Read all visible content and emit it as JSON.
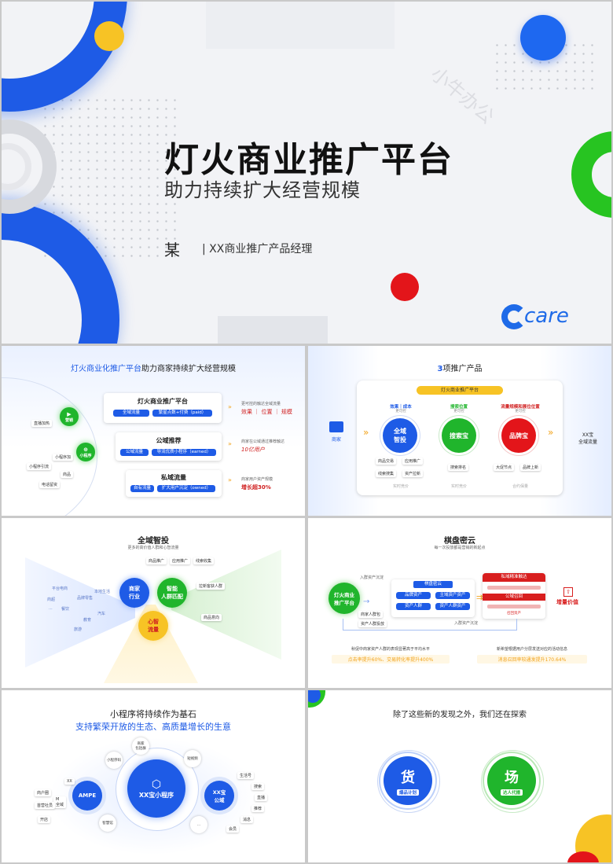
{
  "s0": {
    "title": "灯火商业推广平台",
    "subtitle": "助力持续扩大经营规模",
    "presenter": "某",
    "role": "| XX商业推广产品经理",
    "logo_text": "care",
    "watermark": "小牛办公"
  },
  "s1": {
    "title_blue": "灯火商业化推广平台",
    "title_rest": "助力商家持续扩大经营规模",
    "box1": {
      "title": "灯火商业推广平台",
      "tags": [
        "全域流量",
        "繁星点数+付费（paid）"
      ]
    },
    "box2": {
      "title": "公域推荐",
      "tags": [
        "公域流量",
        "导流优质小程序（earned）"
      ]
    },
    "box3": {
      "title": "私域流量",
      "tags": [
        "自有流量",
        "扩大用户沉淀（owned）"
      ]
    },
    "note1": {
      "sub": "更可控的触达全域流量",
      "main": "效果 ｜ 位置 ｜ 规模"
    },
    "note2": {
      "sub": "商家在公域通过推荐触达",
      "main": "10亿用户"
    },
    "note3": {
      "sub": "商家用户资产规模",
      "main": "增长超30%"
    },
    "left_tags": [
      "直播加热",
      "小程序加",
      "小程序引流",
      "商品",
      "电话留资"
    ],
    "node1": "营销",
    "node2": "小程序"
  },
  "s2": {
    "title_num": "3",
    "title_rest": "项推广产品",
    "platform": "灯火商业推广平台",
    "merchant": "商家",
    "right_label": "XX宝\n全域流量",
    "col1": {
      "head": "效果｜成本",
      "sub": "更可控",
      "circle": "全域\n智投",
      "items": [
        "商品交易",
        "应用推广",
        "线索搜集",
        "资产拉新"
      ],
      "foot": "实时竞价"
    },
    "col2": {
      "head": "搜索位置",
      "sub": "更可控",
      "circle": "搜索宝",
      "items": [
        "搜索排名"
      ],
      "foot": "实时竞价"
    },
    "col3": {
      "head": "流量规模和展位位置",
      "sub": "更可控",
      "circle": "品牌宝",
      "items": [
        "大促节点",
        "品牌上新"
      ],
      "foot": "合约保量"
    }
  },
  "s3": {
    "title": "全域智投",
    "subtitle": "更多的高价值人群和心智流量",
    "c1": "商家\n行业",
    "c2": "智能\n人群匹配",
    "c3": "心智\n流量",
    "left_words": [
      "平台电商",
      "商超",
      "品牌零售",
      "本地生活",
      "餐饮",
      "汽车",
      "教育",
      "...",
      "旅游"
    ],
    "top_tags": [
      "商品推广",
      "应用推广",
      "线索收集"
    ],
    "right_tags": [
      "拉新客获人群",
      "商品意向"
    ]
  },
  "s4": {
    "title": "棋盘密云",
    "subtitle": "每一次投放都是营销的新起点",
    "left_circle": "灯火商业\n推广平台",
    "in_label": "入群资产沉淀",
    "center_title": "棋盘密云",
    "center_tags": [
      "品牌资产",
      "主域资产资产",
      "资产人群",
      "资产人群资产"
    ],
    "side_tags": [
      "商家人群包",
      "资产人群投放"
    ],
    "right_header": "私域精准触达",
    "right_mid": "公域召回",
    "right_foot": "召回资产",
    "value_label": "增量价值",
    "loop_label": "入群资产沉淀",
    "stat1": {
      "desc": "秋促中商家资产人群的表现显著高于平均水平",
      "main": "点击率提升60%、交易转化率提升400%"
    },
    "stat2": {
      "desc": "新希望根据用户分层发送对应的活动信息",
      "main": "消息召回率较通发提升170.64%"
    }
  },
  "s5": {
    "title": "小程序将持续作为基石",
    "subtitle": "支持繁荣开放的生态、高质量增长的生意",
    "center": "XX宝小程序",
    "left_circle": "AMPE",
    "right_circle": "XX宝\n公域",
    "ring_tags": [
      "小程序码",
      "商家\n包括群",
      "短视频",
      "智慧馆",
      "..."
    ],
    "left_tags": [
      "XX",
      "M\n全域",
      "商户圈",
      "首营社员",
      "开店"
    ],
    "right_tags": [
      "生活号",
      "搜索",
      "直播",
      "推荐",
      "消息",
      "会员"
    ]
  },
  "s6": {
    "title": "除了这些新的发现之外，我们还在探索",
    "c1": {
      "char": "货",
      "label": "爆品计划"
    },
    "c2": {
      "char": "场",
      "label": "达人代播"
    }
  }
}
